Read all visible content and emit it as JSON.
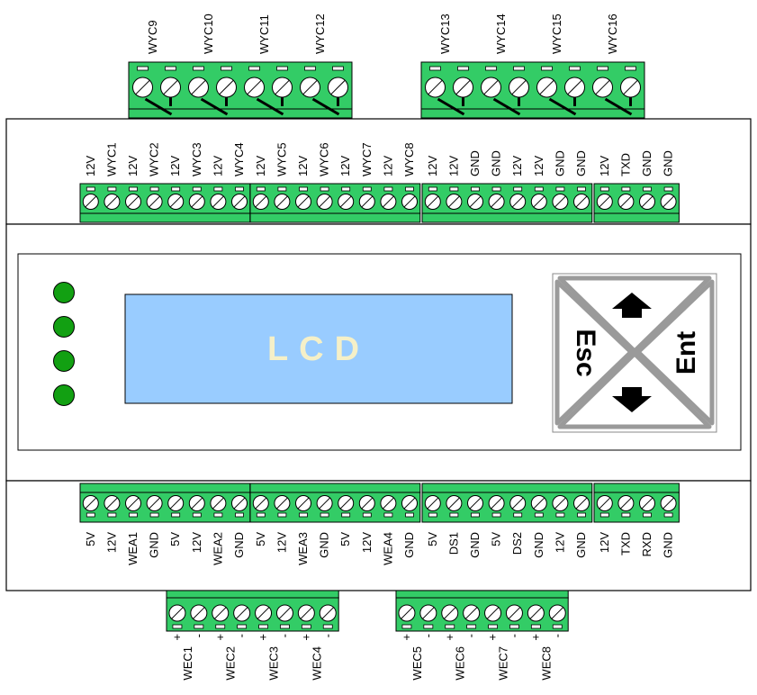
{
  "top_external": {
    "left_labels": [
      "WYC9",
      "WYC10",
      "WYC11",
      "WYC12"
    ],
    "right_labels": [
      "WYC13",
      "WYC14",
      "WYC15",
      "WYC16"
    ]
  },
  "top_internal": {
    "group1": [
      "12V",
      "WYC1",
      "12V",
      "WYC2",
      "12V",
      "WYC3",
      "12V",
      "WYC4"
    ],
    "group2": [
      "12V",
      "WYC5",
      "12V",
      "WYC6",
      "12V",
      "WYC7",
      "12V",
      "WYC8"
    ],
    "group3": [
      "12V",
      "12V",
      "GND",
      "GND",
      "12V",
      "12V",
      "GND",
      "GND"
    ],
    "group4": [
      "12V",
      "TXD",
      "GND",
      "GND"
    ]
  },
  "bottom_internal": {
    "group1": [
      "5V",
      "12V",
      "WEA1",
      "GND",
      "5V",
      "12V",
      "WEA2",
      "GND"
    ],
    "group2": [
      "5V",
      "12V",
      "WEA3",
      "GND",
      "5V",
      "12V",
      "WEA4",
      "GND"
    ],
    "group3": [
      "5V",
      "DS1",
      "GND",
      "5V",
      "DS2",
      "GND",
      "12V",
      "GND"
    ],
    "group4": [
      "12V",
      "TXD",
      "RXD",
      "GND"
    ]
  },
  "bottom_external": {
    "left_polarity": [
      "+",
      "-",
      "+",
      "-",
      "+",
      "-",
      "+",
      "-"
    ],
    "right_polarity": [
      "+",
      "-",
      "+",
      "-",
      "+",
      "-",
      "+",
      "-"
    ],
    "left_labels": [
      "WEC1",
      "WEC2",
      "WEC3",
      "WEC4"
    ],
    "right_labels": [
      "WEC5",
      "WEC6",
      "WEC7",
      "WEC8"
    ]
  },
  "leds": {
    "count": 4,
    "color": "#12a012"
  },
  "lcd": {
    "text": "LCD",
    "color": "#99ccff",
    "text_color": "#f5f0c8"
  },
  "keypad": {
    "esc_label": "Esc",
    "ent_label": "Ent",
    "up_icon": "arrow-up-icon",
    "down_icon": "arrow-down-icon"
  },
  "colors": {
    "terminal": "#33cc66",
    "terminal_dark": "#1f9e4a",
    "outline": "#000000"
  }
}
